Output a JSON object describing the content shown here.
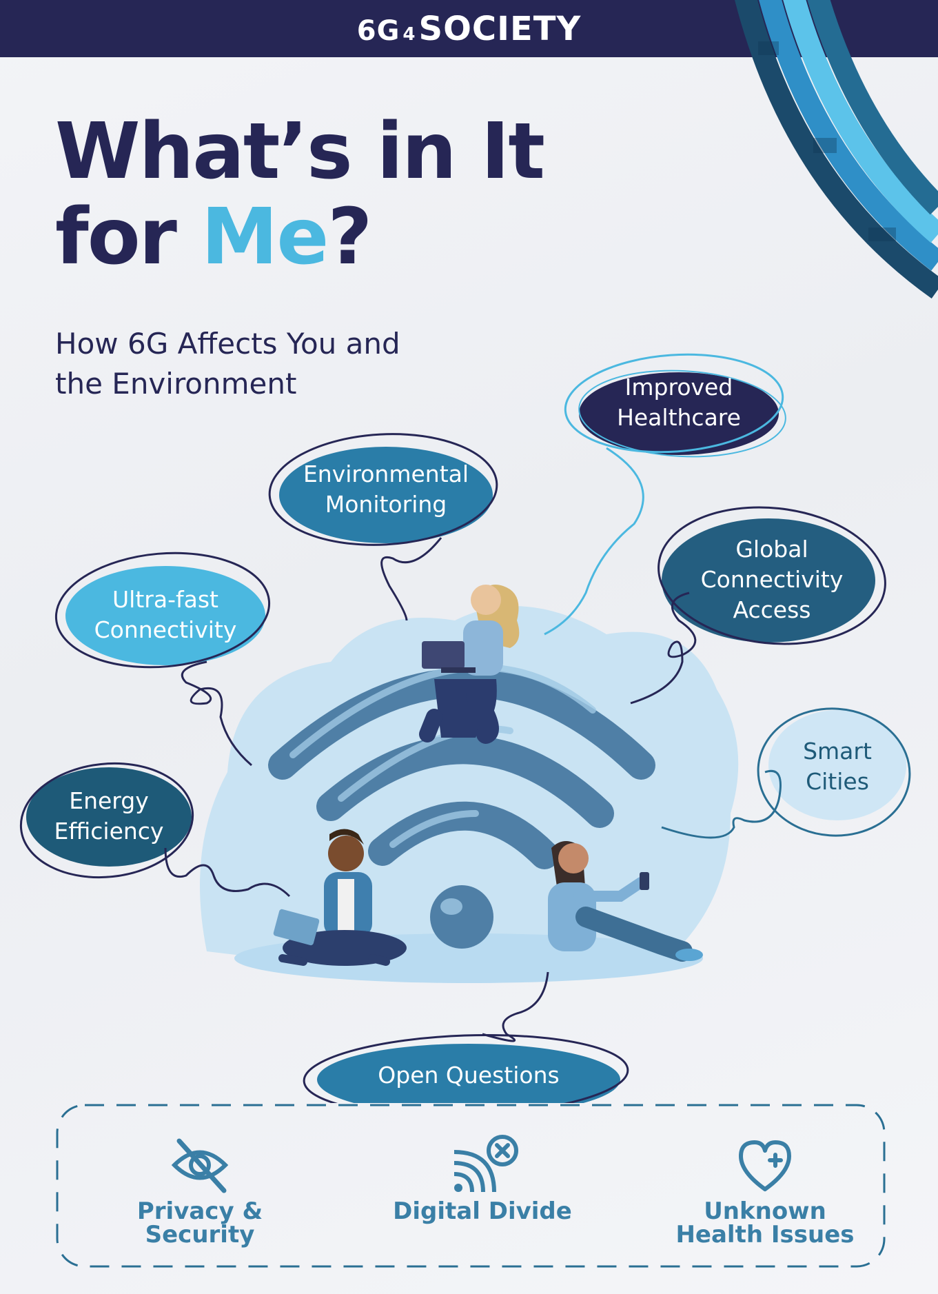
{
  "header": {
    "brand_six": "6G",
    "brand_four": "4",
    "brand_society": "SOCIETY"
  },
  "title": {
    "line1": "What’s in It",
    "line2_prefix": "for ",
    "line2_accent": "Me",
    "line2_suffix": "?"
  },
  "subtitle": {
    "line1": "How 6G Affects You and",
    "line2": "the Environment"
  },
  "benefits": {
    "healthcare": {
      "line1": "Improved",
      "line2": "Healthcare"
    },
    "environmental": {
      "line1": "Environmental",
      "line2": "Monitoring"
    },
    "global": {
      "line1": "Global",
      "line2": "Connectivity",
      "line3": "Access"
    },
    "ultrafast": {
      "line1": "Ultra-fast",
      "line2": "Connectivity"
    },
    "smart": {
      "line1": "Smart",
      "line2": "Cities"
    },
    "energy": {
      "line1": "Energy",
      "line2": "Efficiency"
    }
  },
  "open_questions": {
    "label": "Open Questions",
    "items": [
      {
        "label": "Privacy & Security",
        "icon": "eye-slash-icon"
      },
      {
        "label": "Digital Divide",
        "icon": "signal-x-icon"
      },
      {
        "label_line1": "Unknown",
        "label_line2": "Health Issues",
        "icon": "heart-plus-icon"
      }
    ]
  },
  "colors": {
    "navy": "#262655",
    "sky": "#4bb8e0",
    "teal": "#2a6f93",
    "deep_teal": "#1e5a78",
    "pale_blue": "#cfe6f5"
  }
}
